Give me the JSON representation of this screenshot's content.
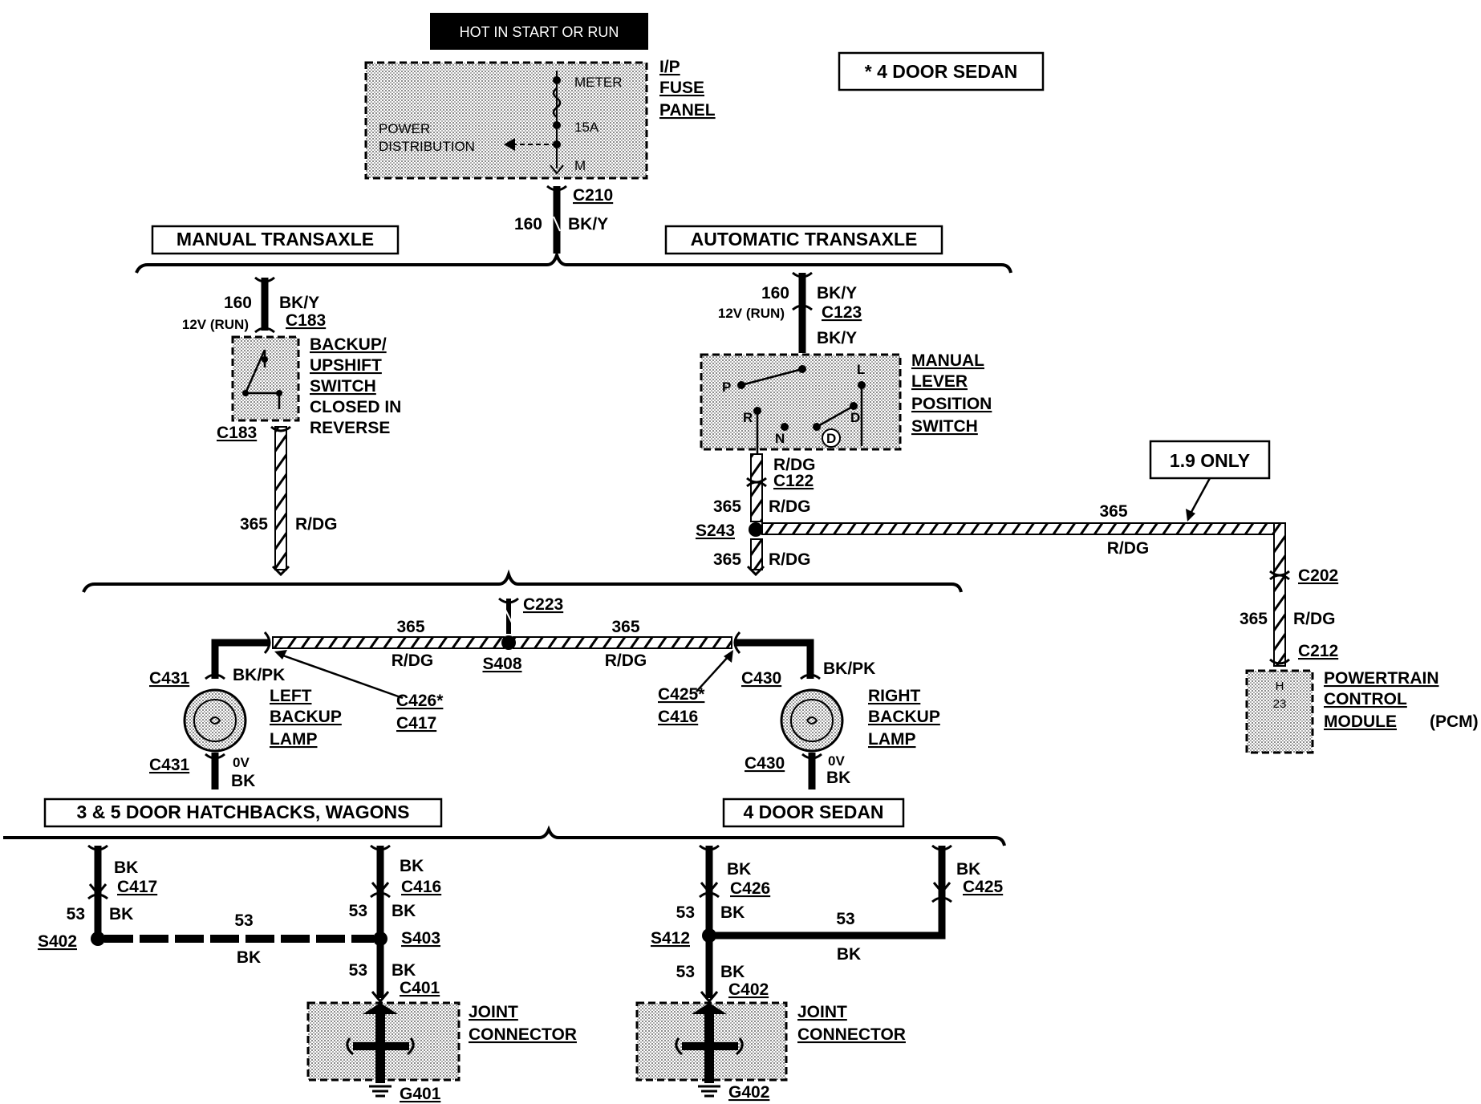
{
  "header_box": "HOT IN START OR RUN",
  "note_box": "* 4 DOOR SEDAN",
  "only_box": "1.9 ONLY",
  "fuse_panel": {
    "name": [
      "I/P",
      "FUSE",
      "PANEL"
    ],
    "meter": "METER",
    "fuse": "15A",
    "m": "M",
    "power_dist": [
      "POWER",
      "DISTRIBUTION"
    ]
  },
  "trunk": {
    "connector": "C210",
    "circuit": "160",
    "color": "BK/Y"
  },
  "sections": {
    "manual": "MANUAL TRANSAXLE",
    "automatic": "AUTOMATIC TRANSAXLE",
    "hatch": "3 & 5 DOOR HATCHBACKS, WAGONS",
    "sedan": "4 DOOR SEDAN"
  },
  "manual_branch": {
    "circuit": "160",
    "color": "BK/Y",
    "voltage": "12V (RUN)",
    "conn_top": "C183",
    "conn_bottom": "C183",
    "switch_name": [
      "BACKUP/",
      "UPSHIFT",
      "SWITCH"
    ],
    "switch_note": [
      "CLOSED IN",
      "REVERSE"
    ],
    "out_circuit": "365",
    "out_color": "R/DG"
  },
  "auto_branch": {
    "circuit": "160",
    "color": "BK/Y",
    "voltage": "12V (RUN)",
    "conn_top": "C123",
    "color2": "BK/Y",
    "switch_name": [
      "MANUAL",
      "LEVER",
      "POSITION",
      "SWITCH"
    ],
    "positions": [
      "P",
      "R",
      "N",
      "D",
      "D",
      "L"
    ],
    "out_color": "R/DG",
    "out_conn": "C122",
    "splice_in_circuit": "365",
    "splice_in_color": "R/DG",
    "splice": "S243",
    "splice_out_circuit": "365",
    "splice_out_color": "R/DG"
  },
  "pcm_branch": {
    "circuit": "365",
    "color": "R/DG",
    "conn_top": "C202",
    "circuit2": "365",
    "color2": "R/DG",
    "conn_bottom": "C212",
    "pin": "H",
    "pin_num": "23",
    "name": [
      "POWERTRAIN",
      "CONTROL",
      "MODULE"
    ],
    "suffix": "(PCM)"
  },
  "lamp_bus": {
    "conn": "C223",
    "splice": "S408",
    "left_circuit": "365",
    "left_color": "R/DG",
    "right_circuit": "365",
    "right_color": "R/DG",
    "left_conn": [
      "C426*",
      "C417"
    ],
    "right_conn": [
      "C425*",
      "C416"
    ]
  },
  "left_lamp": {
    "conn_top": "C431",
    "color": "BK/PK",
    "name": [
      "LEFT",
      "BACKUP",
      "LAMP"
    ],
    "conn_bottom": "C431",
    "voltage": "0V",
    "ground_color": "BK"
  },
  "right_lamp": {
    "conn_top": "C430",
    "color": "BK/PK",
    "name": [
      "RIGHT",
      "BACKUP",
      "LAMP"
    ],
    "conn_bottom": "C430",
    "voltage": "0V",
    "ground_color": "BK"
  },
  "ground_hatch": {
    "c417": "C417",
    "c416": "C416",
    "bk": "BK",
    "s402": "S402",
    "s403": "S403",
    "circuit": "53",
    "c401": "C401",
    "joint": [
      "JOINT",
      "CONNECTOR"
    ],
    "ground": "G401"
  },
  "ground_sedan": {
    "c426": "C426",
    "c425": "C425",
    "bk": "BK",
    "s412": "S412",
    "circuit": "53",
    "c402": "C402",
    "joint": [
      "JOINT",
      "CONNECTOR"
    ],
    "ground": "G402"
  }
}
